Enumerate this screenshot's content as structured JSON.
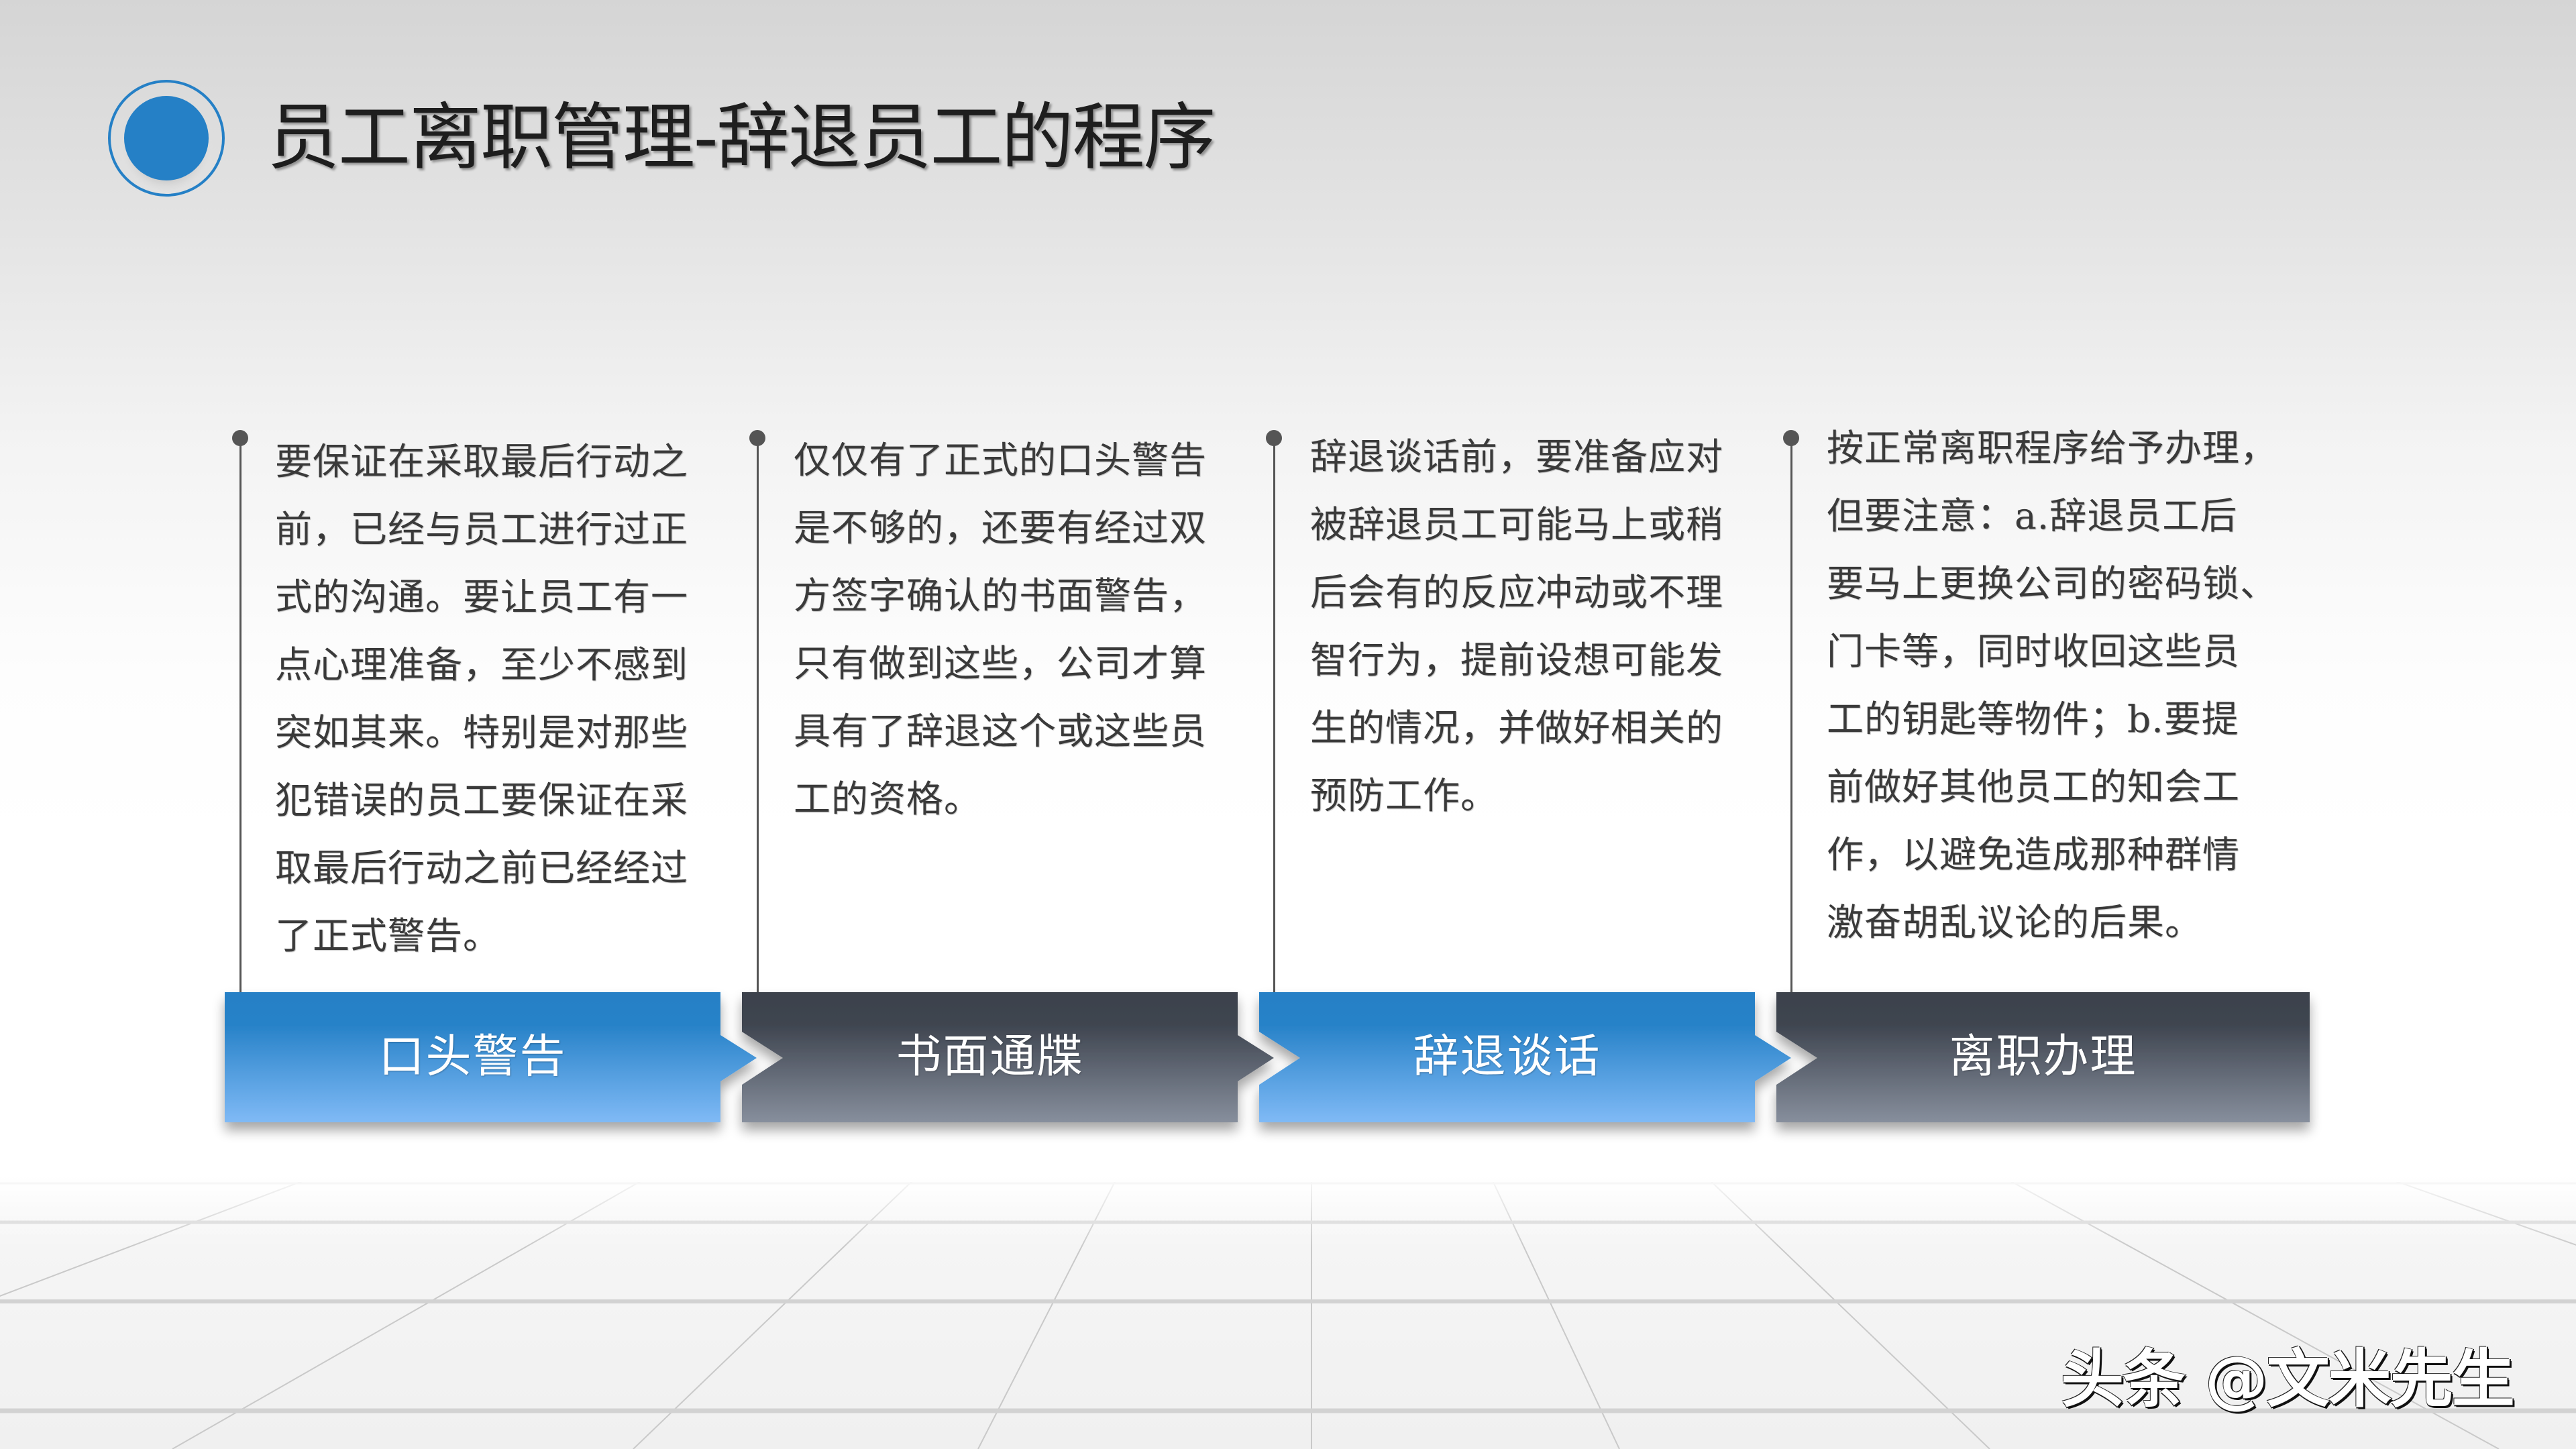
{
  "slide": {
    "title": "员工离职管理-辞退员工的程序",
    "accent_color": "#2580C6",
    "steps": [
      {
        "label": "口头警告",
        "style": "blue",
        "description": "要保证在采取最后行动之前，已经与员工进行过正式的沟通。要让员工有一点心理准备，至少不感到突如其来。特别是对那些犯错误的员工要保证在采取最后行动之前已经经过了正式警告。",
        "lines": [
          "要保证在采取最后行动之",
          "前，已经与员工进行过正",
          "式的沟通。要让员工有一",
          "点心理准备，至少不感到",
          "突如其来。特别是对那些",
          "犯错误的员工要保证在采",
          "取最后行动之前已经经过",
          "了正式警告。"
        ]
      },
      {
        "label": "书面通牒",
        "style": "dark",
        "description": "仅仅有了正式的口头警告是不够的，还要有经过双方签字确认的书面警告，只有做到这些，公司才算具有了辞退这个或这些员工的资格。",
        "lines": [
          "仅仅有了正式的口头警告",
          "是不够的，还要有经过双",
          "方签字确认的书面警告，",
          "只有做到这些，公司才算",
          "具有了辞退这个或这些员",
          "工的资格。"
        ]
      },
      {
        "label": "辞退谈话",
        "style": "blue",
        "description": "辞退谈话前，要准备应对被辞退员工可能马上或稍后会有的反应冲动或不理智行为，提前设想可能发生的情况，并做好相关的预防工作。",
        "lines": [
          "辞退谈话前，要准备应对",
          "被辞退员工可能马上或稍",
          "后会有的反应冲动或不理",
          "智行为，提前设想可能发",
          "生的情况，并做好相关的",
          "预防工作。"
        ]
      },
      {
        "label": "离职办理",
        "style": "dark",
        "description": "按正常离职程序给予办理，但要注意：a.辞退员工后要马上更换公司的密码锁、门卡等，同时收回这些员工的钥匙等物件；b.要提前做好其他员工的知会工作，以避免造成那种群情激奋胡乱议论的后果。",
        "lines": [
          "按正常离职程序给予办理，",
          "但要注意：a.辞退员工后",
          "要马上更换公司的密码锁、",
          "门卡等，同时收回这些员",
          "工的钥匙等物件；b.要提",
          "前做好其他员工的知会工",
          "作，以避免造成那种群情",
          "激奋胡乱议论的后果。"
        ]
      }
    ],
    "colors": {
      "blue_top": "#2580C6",
      "blue_bottom": "#7EB9F5",
      "dark_top": "#3C424C",
      "dark_bottom": "#878F9D",
      "connector": "#555555"
    }
  },
  "watermark": {
    "text": "头条 @文米先生"
  }
}
